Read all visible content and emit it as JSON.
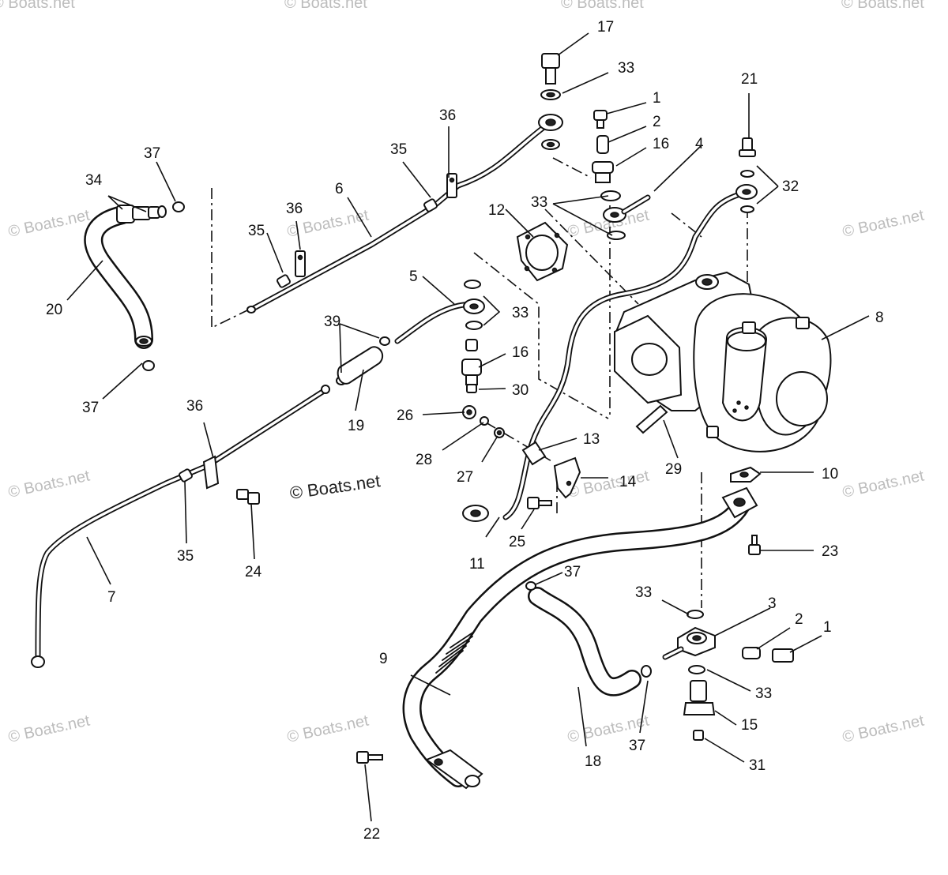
{
  "watermark": {
    "brand": "© Boats.net",
    "main": "© Boats.net"
  },
  "callouts": {
    "c1a": "1",
    "c1b": "1",
    "c2a": "2",
    "c2b": "2",
    "c3": "3",
    "c4": "4",
    "c5": "5",
    "c6": "6",
    "c7": "7",
    "c8": "8",
    "c9": "9",
    "c10": "10",
    "c11": "11",
    "c12": "12",
    "c13": "13",
    "c14": "14",
    "c15": "15",
    "c16a": "16",
    "c16b": "16",
    "c17": "17",
    "c18": "18",
    "c19": "19",
    "c20": "20",
    "c21": "21",
    "c22": "22",
    "c23": "23",
    "c24": "24",
    "c25": "25",
    "c26": "26",
    "c27": "27",
    "c28": "28",
    "c29": "29",
    "c30": "30",
    "c31": "31",
    "c32": "32",
    "c33a": "33",
    "c33b": "33",
    "c33c": "33",
    "c33d": "33",
    "c33e": "33",
    "c34": "34",
    "c35a": "35",
    "c35b": "35",
    "c35c": "35",
    "c36a": "36",
    "c36b": "36",
    "c36c": "36",
    "c37a": "37",
    "c37b": "37",
    "c37c": "37",
    "c37d": "37",
    "c39": "39"
  }
}
